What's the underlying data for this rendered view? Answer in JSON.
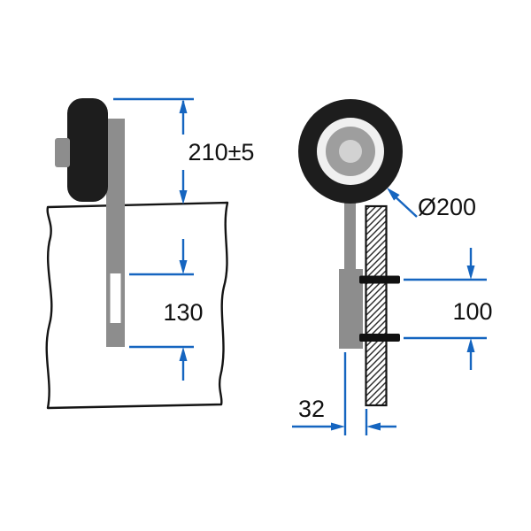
{
  "drawing": {
    "kind": "technical-dimension-drawing",
    "views": {
      "left": "side-view",
      "right": "front-view"
    }
  },
  "dimensions": {
    "overall_height": "210±5",
    "slot_depth": "130",
    "wheel_diameter": "Ø200",
    "clamp_spacing": "100",
    "offset_width": "32"
  },
  "colors": {
    "dimension": "#1565c0",
    "text": "#111111",
    "outline": "#141414",
    "tire": "#1d1d1d",
    "ring": "#f0f0f0",
    "hub": "#9e9e9e",
    "hub-center": "#d2d2d2",
    "bracket": "#8d8d8d",
    "panel": "#ffffff",
    "clamp": "#111111"
  }
}
